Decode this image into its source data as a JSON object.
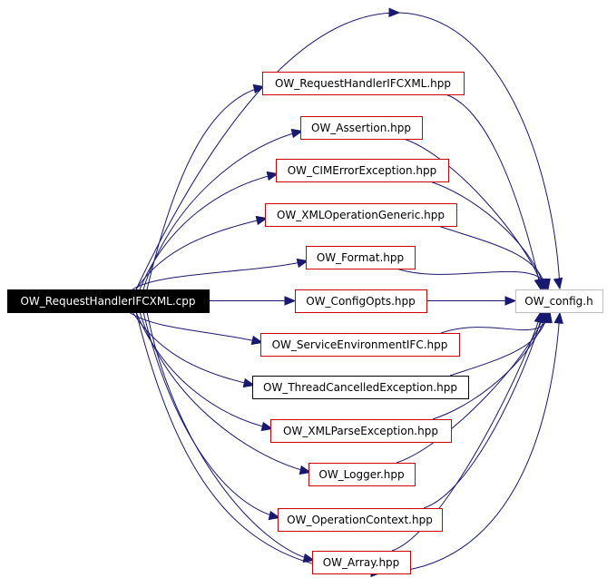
{
  "diagram": {
    "root": {
      "label": "OW_RequestHandlerIFCXML.cpp",
      "style": "root"
    },
    "middle": [
      {
        "label": "OW_RequestHandlerIFCXML.hpp",
        "style": "linked"
      },
      {
        "label": "OW_Assertion.hpp",
        "style": "linked"
      },
      {
        "label": "OW_CIMErrorException.hpp",
        "style": "linked"
      },
      {
        "label": "OW_XMLOperationGeneric.hpp",
        "style": "linked"
      },
      {
        "label": "OW_Format.hpp",
        "style": "linked"
      },
      {
        "label": "OW_ConfigOpts.hpp",
        "style": "linked"
      },
      {
        "label": "OW_ServiceEnvironmentIFC.hpp",
        "style": "linked"
      },
      {
        "label": "OW_ThreadCancelledException.hpp",
        "style": "plain"
      },
      {
        "label": "OW_XMLParseException.hpp",
        "style": "linked"
      },
      {
        "label": "OW_Logger.hpp",
        "style": "linked"
      },
      {
        "label": "OW_OperationContext.hpp",
        "style": "linked"
      },
      {
        "label": "OW_Array.hpp",
        "style": "linked"
      }
    ],
    "target": {
      "label": "OW_config.h",
      "style": "external"
    },
    "colors": {
      "edge": "#191970",
      "linked_border": "#cc0000",
      "plain_border": "#000000",
      "external_border": "#bfbfbf",
      "root_fill": "#000000",
      "root_text": "#ffffff",
      "text": "#000000"
    }
  }
}
